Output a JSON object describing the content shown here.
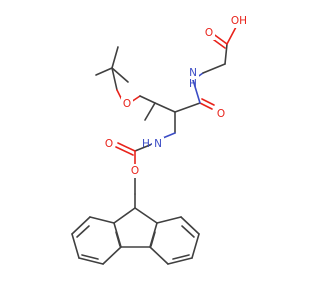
{
  "molecule": {
    "colors": {
      "bond": "#404040",
      "oxygen": "#e8231b",
      "nitrogen": "#3b4cc5"
    },
    "atom_labels": {
      "oh": "OH",
      "acid_carbonyl_o": "O",
      "amide_n": "N",
      "amide_h": "H",
      "amide_o": "O",
      "ether_o": "O",
      "carbamate_n": "N",
      "carbamate_h": "H",
      "carbamate_carbonyl_o": "O",
      "carbamate_ester_o": "O"
    }
  }
}
